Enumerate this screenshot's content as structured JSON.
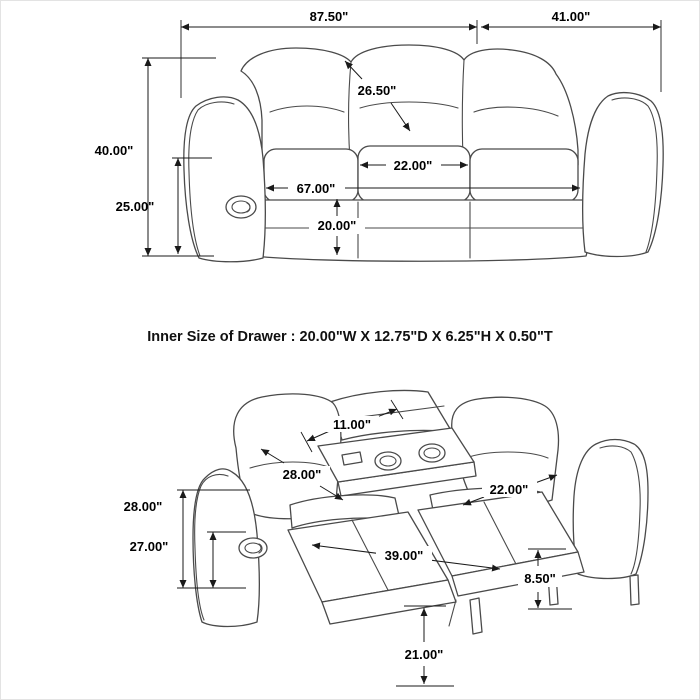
{
  "canvas": {
    "background": "#ffffff",
    "line_color": "#4a4a4a",
    "dim_color": "#1a1a1a"
  },
  "note": {
    "text": "Inner Size of Drawer : 20.00\"W X 12.75\"D X 6.25\"H X 0.50\"T"
  },
  "front_view": {
    "dims": {
      "overall_width": "87.50\"",
      "side_depth": "41.00\"",
      "back_height": "26.50\"",
      "overall_height": "40.00\"",
      "arm_height": "25.00\"",
      "inner_width": "67.00\"",
      "seat_width": "22.00\"",
      "seat_depth": "20.00\""
    }
  },
  "reclined_view": {
    "dims": {
      "table_depth": "11.00\"",
      "seat_height": "28.00\"",
      "back_cushion_width": "28.00\"",
      "seat_cushion_width": "22.00\"",
      "arm_height": "27.00\"",
      "reclined_length": "39.00\"",
      "footrest_thickness": "8.50\"",
      "footrest_height": "21.00\""
    }
  }
}
